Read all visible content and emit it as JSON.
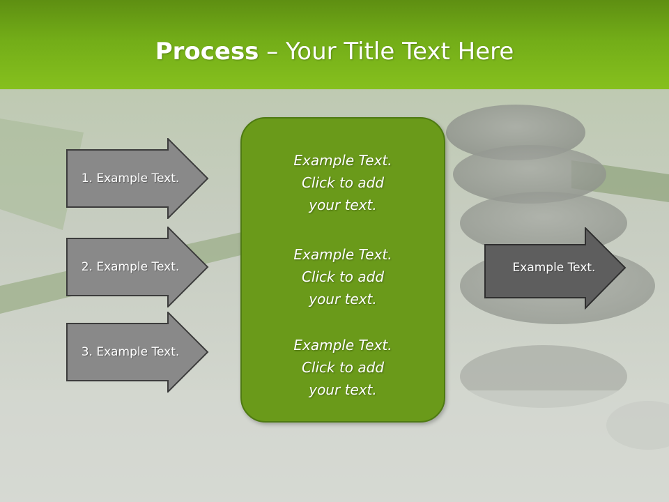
{
  "slide": {
    "title_bold": "Process",
    "title_rest": " – Your Title Text Here",
    "input_arrows": [
      {
        "label": "1. Example Text."
      },
      {
        "label": "2. Example Text."
      },
      {
        "label": "3. Example Text."
      }
    ],
    "center_blocks": [
      {
        "lines": [
          "Example Text.",
          "Click  to add",
          "your text."
        ]
      },
      {
        "lines": [
          "Example Text.",
          "Click  to add",
          "your text."
        ]
      },
      {
        "lines": [
          "Example Text.",
          "Click  to add",
          "your text."
        ]
      }
    ],
    "output_arrow": {
      "label": "Example Text."
    }
  },
  "colors": {
    "title_bar": "#73ad18",
    "center_box": "#6a9a1a",
    "input_arrow": "#898989",
    "output_arrow": "#5e5e5e",
    "background": "#c9cfc4"
  }
}
